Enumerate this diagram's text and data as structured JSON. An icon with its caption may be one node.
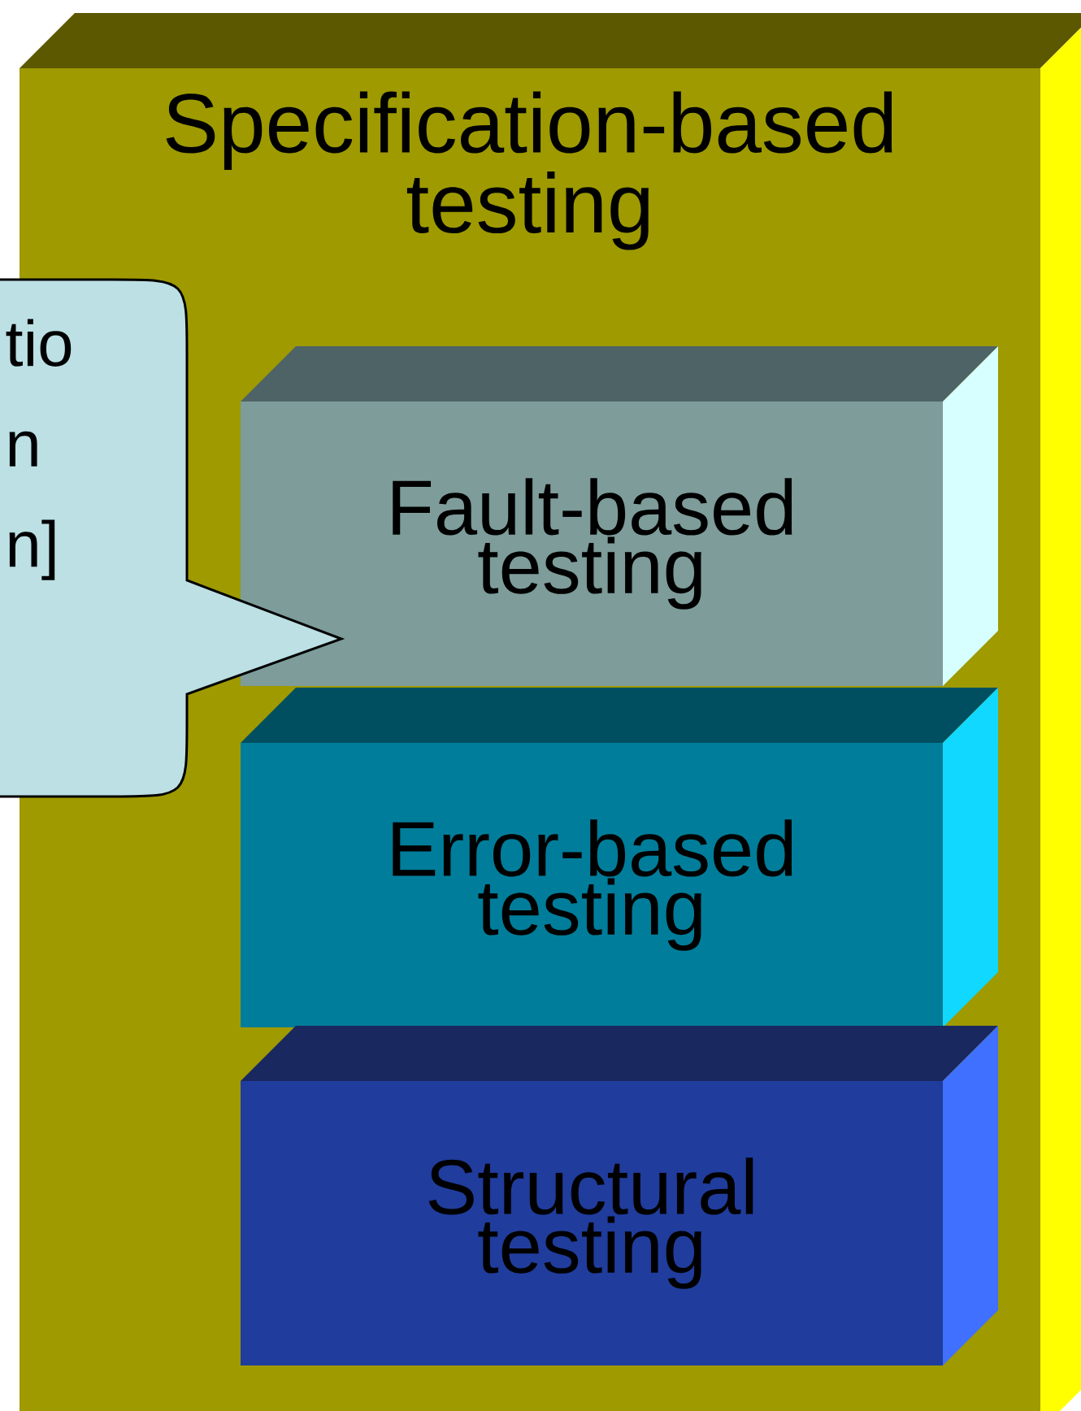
{
  "diagram": {
    "nodes": [
      {
        "text": [
          "Specification-based testing"
        ]
      },
      {
        "text": [
          "Fault-based testing"
        ],
        "in": 0
      },
      {
        "text": [
          "Error-based testing"
        ],
        "in": 0
      },
      {
        "text": [
          "Structural testing"
        ],
        "in": 0
      },
      {
        "text": [
          "tio n n]"
        ]
      }
    ]
  }
}
